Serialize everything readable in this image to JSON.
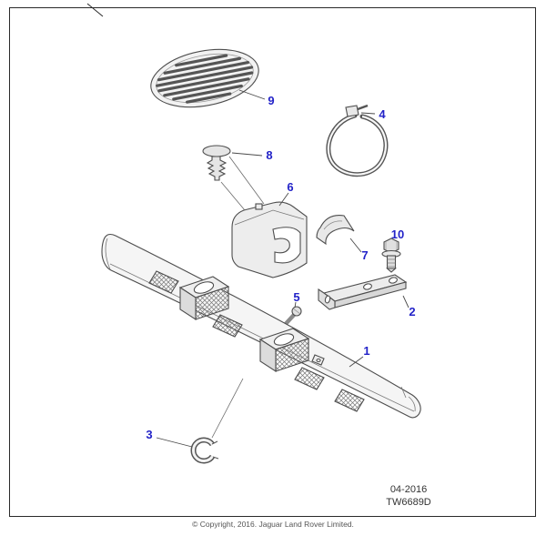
{
  "diagram": {
    "callouts": {
      "c1": "1",
      "c2": "2",
      "c3": "3",
      "c4": "4",
      "c5": "5",
      "c6": "6",
      "c7": "7",
      "c8": "8",
      "c9": "9",
      "c10": "10"
    },
    "colors": {
      "callout_blue": "#2323c8",
      "line_gray": "#4d4d4d"
    }
  },
  "footer": {
    "date_code": "04-2016",
    "part_code": "TW6689D",
    "copyright": "© Copyright, 2016. Jaguar Land Rover Limited."
  }
}
